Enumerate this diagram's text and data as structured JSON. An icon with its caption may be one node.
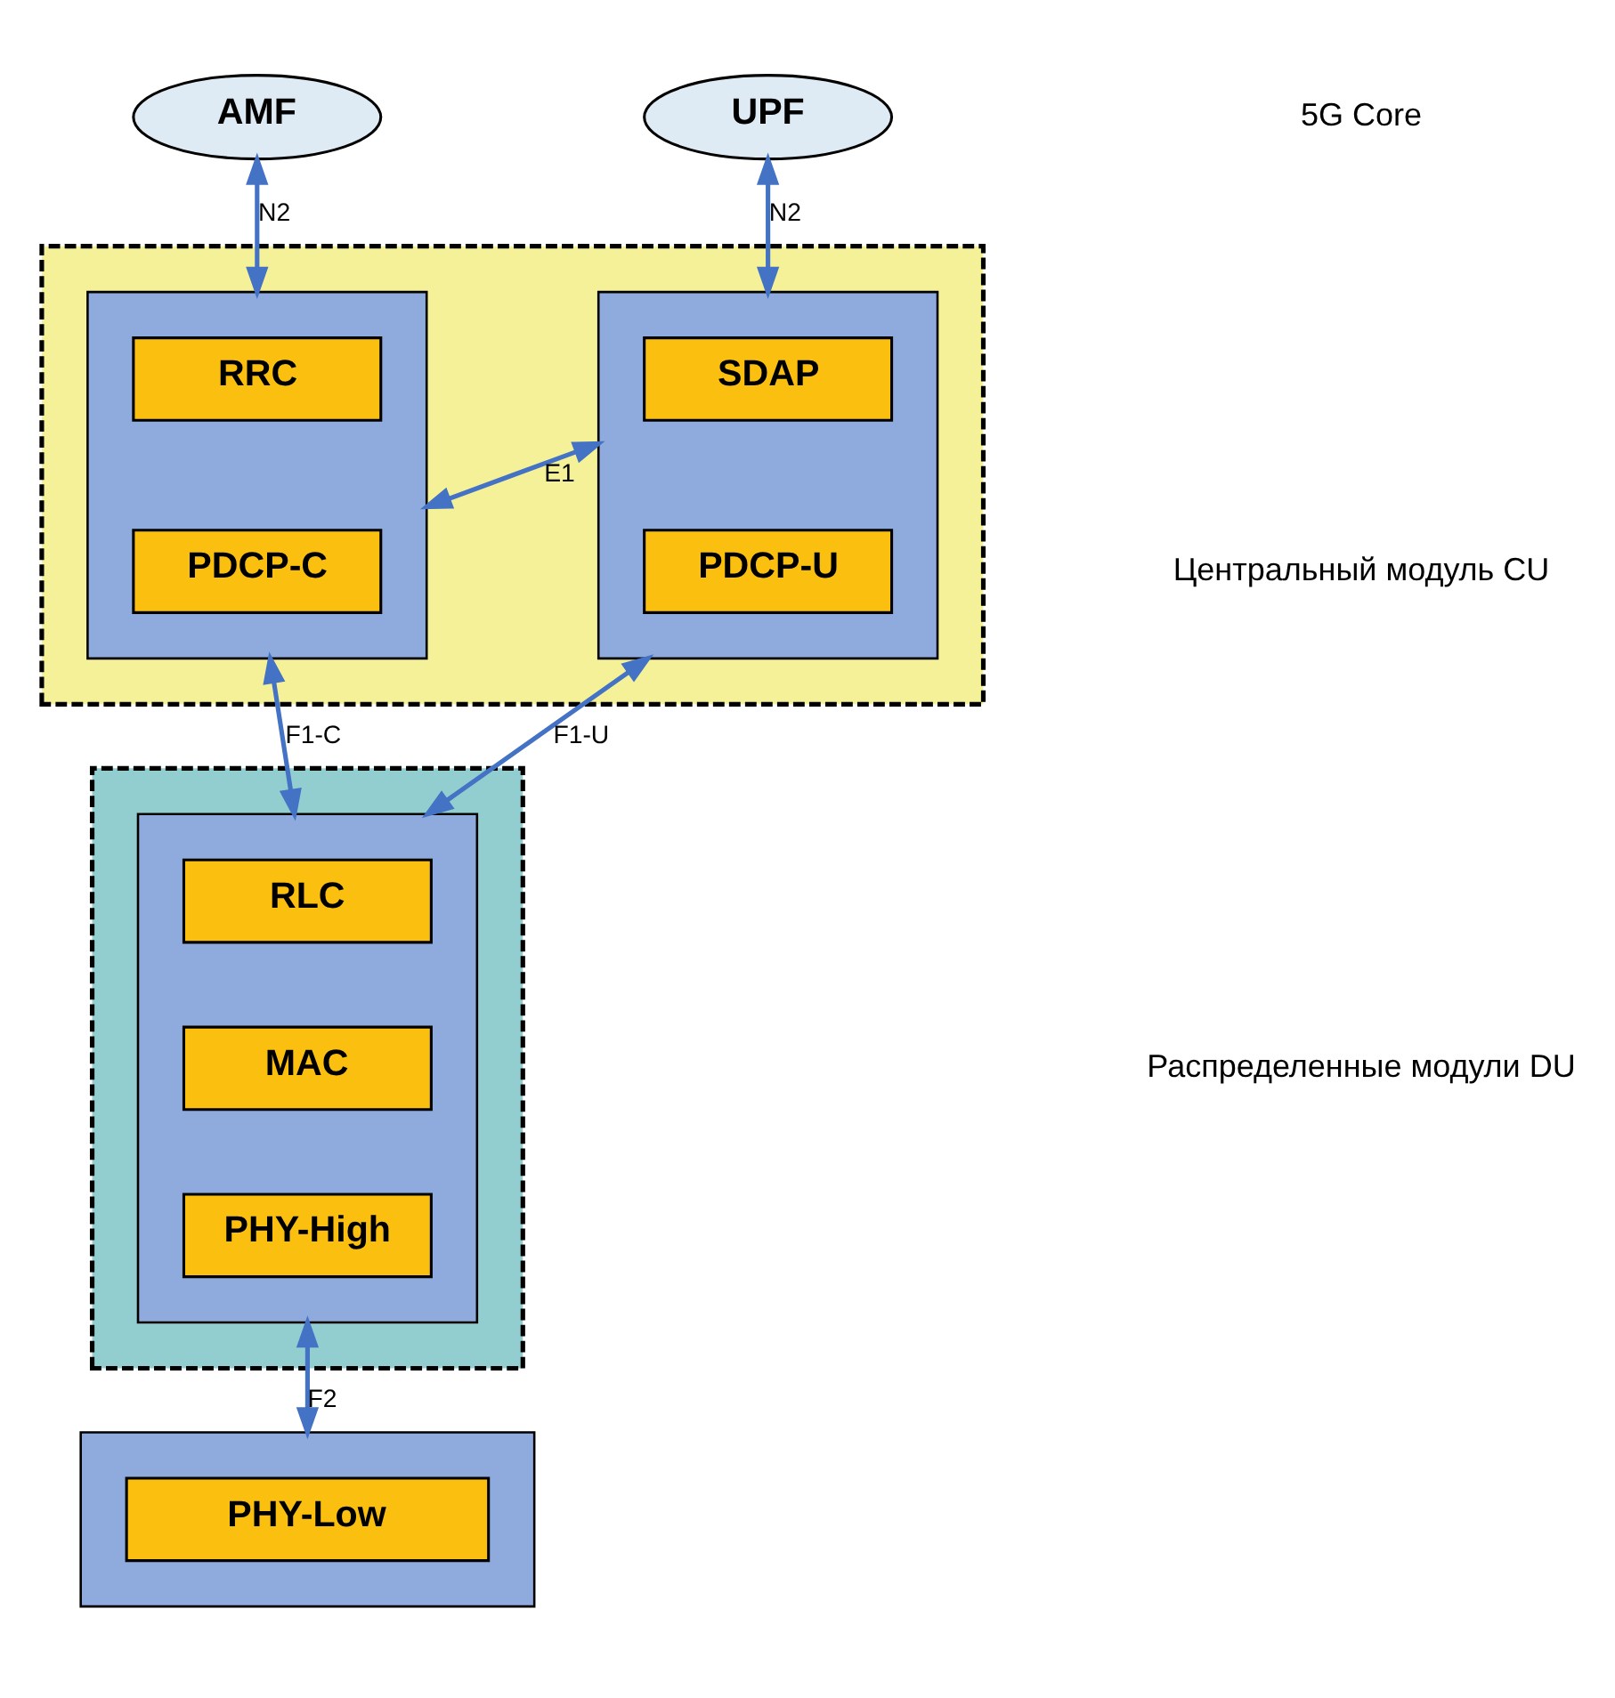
{
  "diagram": {
    "nodes": [
      {
        "text": [
          "AMF"
        ]
      },
      {
        "text": [
          "UPF"
        ]
      },
      {
        "text": [],
        "shape": "box"
      },
      {
        "text": [],
        "shape": "box",
        "in": 2
      },
      {
        "text": [
          "RRC"
        ],
        "in": 3
      },
      {
        "text": [
          "PDCP-C"
        ],
        "in": 3
      },
      {
        "text": [],
        "shape": "box",
        "in": 2
      },
      {
        "text": [
          "SDAP"
        ],
        "in": 6
      },
      {
        "text": [
          "PDCP-U"
        ],
        "in": 6
      },
      {
        "text": [],
        "shape": "box"
      },
      {
        "text": [],
        "shape": "box",
        "in": 9
      },
      {
        "text": [
          "RLC"
        ],
        "in": 10
      },
      {
        "text": [
          "MAC"
        ],
        "in": 10
      },
      {
        "text": [
          "PHY-High"
        ],
        "in": 10
      },
      {
        "text": [],
        "shape": "box"
      },
      {
        "text": [
          "PHY-Low"
        ],
        "in": 14
      }
    ],
    "edges": [
      {
        "from": 0,
        "to": 3,
        "arrow": "both",
        "label": "N2"
      },
      {
        "from": 1,
        "to": 6,
        "arrow": "both",
        "label": "N2"
      },
      {
        "from": 3,
        "to": 6,
        "arrow": "both",
        "label": "E1"
      },
      {
        "from": 3,
        "to": 10,
        "arrow": "both",
        "label": "F1-C"
      },
      {
        "from": 6,
        "to": 10,
        "arrow": "both",
        "label": "F1-U"
      },
      {
        "from": 10,
        "to": 14,
        "arrow": "both",
        "label": "F2"
      }
    ],
    "labels": [
      "5G Core",
      "Центральный модуль CU",
      "Распределенные модули DU"
    ]
  }
}
